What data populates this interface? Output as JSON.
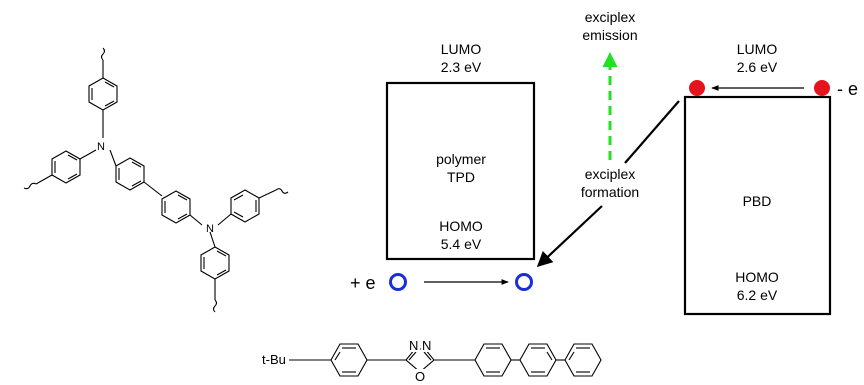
{
  "polymer_box": {
    "lumo_label": "LUMO",
    "lumo_value": "2.3 eV",
    "name_line1": "polymer",
    "name_line2": "TPD",
    "homo_label": "HOMO",
    "homo_value": "5.4 eV"
  },
  "pbd_box": {
    "lumo_label": "LUMO",
    "lumo_value": "2.6 eV",
    "name": "PBD",
    "homo_label": "HOMO",
    "homo_value": "6.2 eV"
  },
  "exciplex": {
    "emission_line1": "exciplex",
    "emission_line2": "emission",
    "formation_line1": "exciplex",
    "formation_line2": "formation"
  },
  "charges": {
    "hole_label": "+ e",
    "electron_label": "- e"
  },
  "pbd_structure": {
    "substituent": "t-Bu",
    "ring_atom_n1": "N",
    "ring_atom_n2": "N",
    "ring_atom_o": "O"
  },
  "tpd_structure": {
    "atom_n_top": "N",
    "atom_n_bottom": "N"
  },
  "colors": {
    "hole": "#1a2ed6",
    "electron": "#e3141b",
    "emission_arrow": "#22e022",
    "line": "#000000"
  }
}
